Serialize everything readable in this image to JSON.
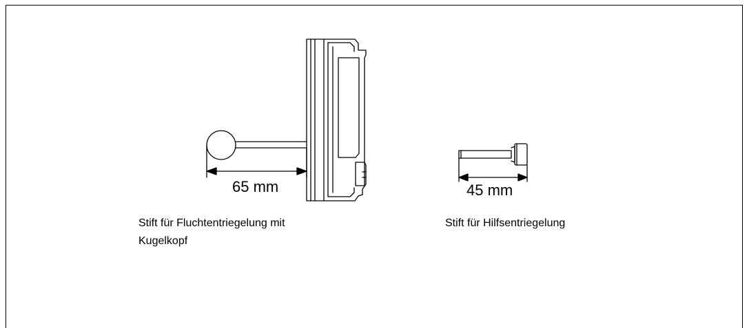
{
  "left_figure": {
    "dimension": "65 mm",
    "caption_line1": "Stift für Fluchtentriegelung mit",
    "caption_line2": "Kugelkopf"
  },
  "right_figure": {
    "dimension": "45 mm",
    "caption": "Stift für Hilfsentriegelung"
  },
  "colors": {
    "line": "#000000",
    "background": "#ffffff"
  }
}
